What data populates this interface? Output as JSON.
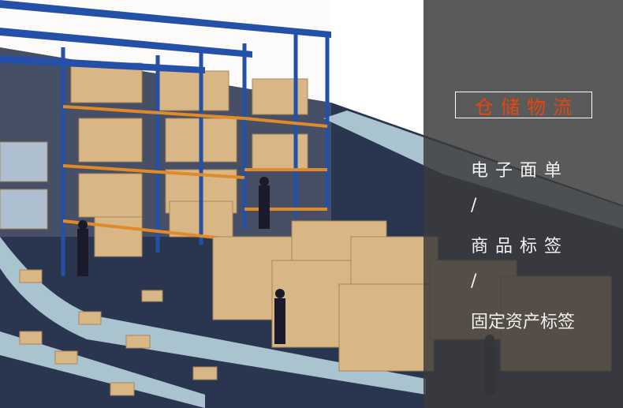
{
  "banner": {
    "title": "仓储物流",
    "items": [
      "电子面单",
      "商品标签",
      "固定资产标签"
    ],
    "separator": "/"
  },
  "colors": {
    "title": "#e8450f",
    "panel": "#3a3a3a",
    "floor": "#2a3550",
    "shelf": "#2450a8",
    "box": "#d9b685"
  }
}
